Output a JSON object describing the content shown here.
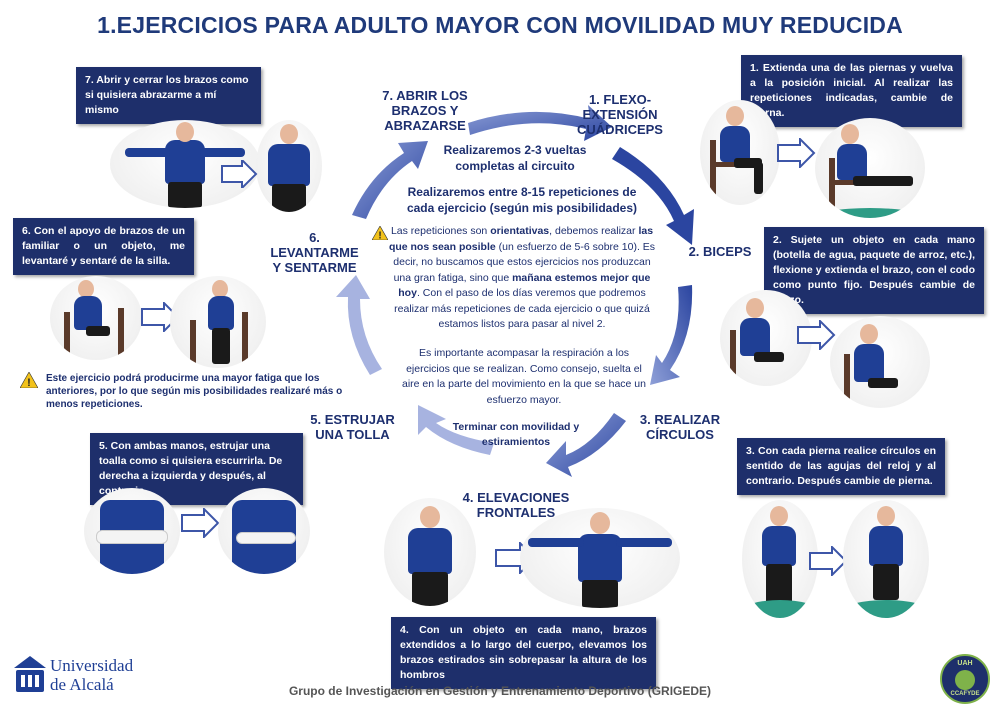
{
  "title": "1.EJERCICIOS PARA ADULTO MAYOR CON MOVILIDAD MUY REDUCIDA",
  "steps": {
    "s1": "1. FLEXO-\nEXTENSIÓN\nCUÁDRICEPS",
    "s2": "2. BICEPS",
    "s3": "3. REALIZAR\nCÍRCULOS",
    "s4": "4. ELEVACIONES\nFRONTALES",
    "s5": "5. ESTRUJAR\nUNA TOLLA",
    "s6": "6.\nLEVANTARME\nY SENTARME",
    "s7": "7. ABRIR LOS\nBRAZOS Y\nABRAZARSE"
  },
  "boxes": {
    "b1": "1. Extienda una de las piernas y vuelva a la posición inicial. Al realizar las repeticiones indicadas, cambie de pierna.",
    "b2": "2. Sujete un objeto en cada mano (botella de agua, paquete de arroz, etc.), flexione y extienda el brazo, con el codo como punto fijo. Después cambie de brazo.",
    "b3": "3. Con cada pierna realice círculos en sentido de las agujas del reloj y al contrario. Después cambie de pierna.",
    "b4": "4. Con un objeto en cada mano, brazos extendidos a lo largo del cuerpo, elevamos los brazos estirados sin sobrepasar la altura de los hombros",
    "b5": "5. Con ambas manos, estrujar una toalla como si quisiera escurrirla. De derecha a izquierda y después, al contrario.",
    "b6": "6. Con el apoyo de brazos de un familiar o un objeto, me levantaré y sentaré de la silla.",
    "b7": "7. Abrir y cerrar los brazos como si quisiera abrazarme a mí mismo"
  },
  "warning6": "Este ejercicio podrá producirme una mayor fatiga que los anteriores, por lo que según mis posibilidades realizaré más o menos repeticiones.",
  "center": {
    "rounds": "Realizaremos 2-3 vueltas completas al circuito",
    "reps": "Realizaremos entre 8-15 repeticiones de cada ejercicio (según mis posibilidades)",
    "p1a": "Las repeticiones son ",
    "p1b": "orientativas",
    "p1c": ", debemos realizar ",
    "p1d": "las que nos sean posible",
    "p1e": " (un esfuerzo de 5-6 sobre 10). Es decir, no buscamos que estos ejercicios nos produzcan una gran fatiga, sino que ",
    "p1f": "mañana estemos mejor que hoy",
    "p1g": ". Con el paso de los días veremos que podremos realizar más repeticiones de cada ejercicio o que quizá estamos listos para pasar al nivel 2.",
    "p2": "Es importante acompasar la respiración a los ejercicios que se realizan. Como consejo, suelta el aire en la parte del movimiento en la que se hace un esfuerzo mayor.",
    "finish": "Terminar con movilidad y estiramientos"
  },
  "footer": "Grupo de Investigación en Gestión y Entrenamiento Deportivo (GRIGEDE)",
  "logo": {
    "line1": "Universidad",
    "line2": "de Alcalá",
    "badge_top": "UAH",
    "badge_bottom": "CCAFYDE"
  },
  "colors": {
    "navy": "#1e2f6b",
    "arrow": "#3d56a8",
    "shirt": "#1f3f95"
  },
  "icons": [
    "warning-icon",
    "chevron-arrow-icon",
    "university-crest-icon"
  ]
}
